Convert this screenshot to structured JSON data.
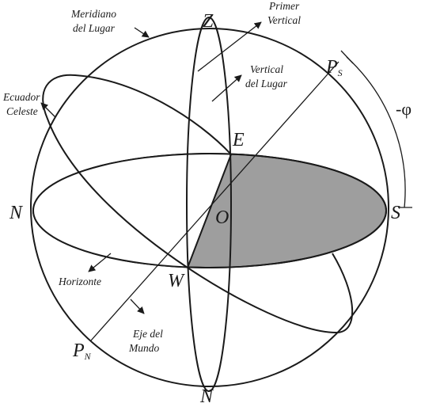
{
  "labels": {
    "zenith": "Z",
    "nadir": "N",
    "north": "N",
    "south": "S",
    "east": "E",
    "west": "W",
    "center": "O",
    "pole_south_main": "P",
    "pole_south_sub": "S",
    "pole_north_main": "P",
    "pole_north_sub": "N",
    "latitude": "-φ",
    "meridian_line1": "Meridiano",
    "meridian_line2": "del Lugar",
    "prime_vertical_line1": "Primer",
    "prime_vertical_line2": "Vertical",
    "vertical_line1": "Vertical",
    "vertical_line2": "del Lugar",
    "equator_line1": "Ecuador",
    "equator_line2": "Celeste",
    "horizon": "Horizonte",
    "axis_line1": "Eje del",
    "axis_line2": "Mundo"
  },
  "colors": {
    "horizon_fill": "#9e9e9e",
    "ink": "#1a1a1a"
  }
}
